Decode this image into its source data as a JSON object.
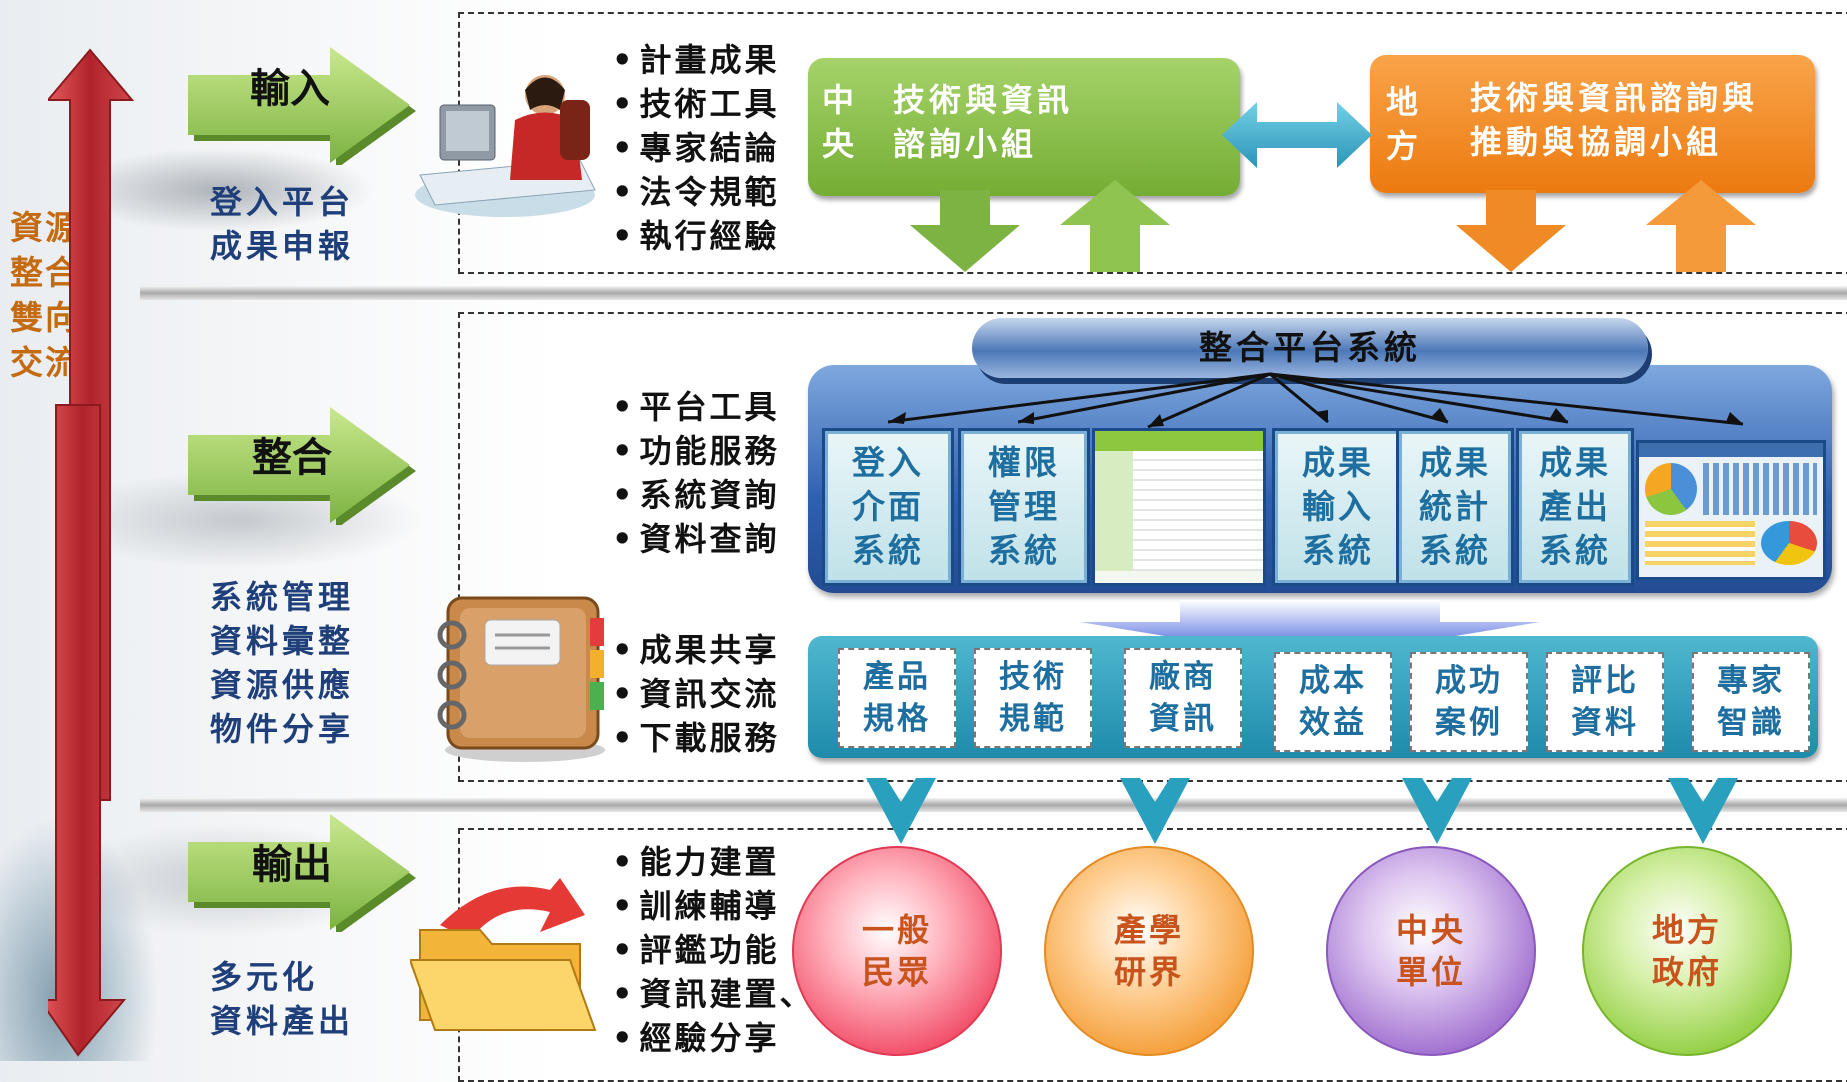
{
  "side_label": [
    "資源",
    "整合",
    "雙向",
    "交流"
  ],
  "stages": {
    "input": {
      "label": "輸入",
      "subs": [
        "登入平台",
        "成果申報"
      ],
      "bullets": [
        "計畫成果",
        "技術工具",
        "專家結論",
        "法令規範",
        "執行經驗"
      ]
    },
    "integrate": {
      "label": "整合",
      "subs": [
        "系統管理",
        "資料彙整",
        "資源供應",
        "物件分享"
      ],
      "bullets": [
        "平台工具",
        "功能服務",
        "系統資詢",
        "資料查詢"
      ],
      "bullets2": [
        "成果共享",
        "資訊交流",
        "下載服務"
      ]
    },
    "output": {
      "label": "輸出",
      "subs": [
        "多元化",
        "資料產出"
      ],
      "bullets": [
        "能力建置",
        "訓練輔導",
        "評鑑功能",
        "資訊建置、",
        "經驗分享"
      ]
    }
  },
  "central": {
    "tag": [
      "中",
      "央"
    ],
    "text": [
      "技術與資訊",
      "諮詢小組"
    ]
  },
  "local": {
    "tag": [
      "地",
      "方"
    ],
    "text": [
      "技術與資訊諮詢與",
      "推動與協調小組"
    ]
  },
  "platform": {
    "title": "整合平台系統",
    "modules": [
      {
        "lines": [
          "登入",
          "介面",
          "系統"
        ]
      },
      {
        "lines": [
          "權限",
          "管理",
          "系統"
        ]
      },
      {
        "lines": [
          "成果",
          "輸入",
          "系統"
        ]
      },
      {
        "lines": [
          "成果",
          "統計",
          "系統"
        ]
      },
      {
        "lines": [
          "成果",
          "產出",
          "系統"
        ]
      }
    ]
  },
  "categories": [
    {
      "lines": [
        "產品",
        "規格"
      ]
    },
    {
      "lines": [
        "技術",
        "規範"
      ]
    },
    {
      "lines": [
        "廠商",
        "資訊"
      ]
    },
    {
      "lines": [
        "成本",
        "效益"
      ]
    },
    {
      "lines": [
        "成功",
        "案例"
      ]
    },
    {
      "lines": [
        "評比",
        "資料"
      ]
    },
    {
      "lines": [
        "專家",
        "智識"
      ]
    }
  ],
  "audiences": [
    {
      "lines": [
        "一般",
        "民眾"
      ]
    },
    {
      "lines": [
        "產學",
        "研界"
      ]
    },
    {
      "lines": [
        "中央",
        "單位"
      ]
    },
    {
      "lines": [
        "地方",
        "政府"
      ]
    }
  ],
  "colors": {
    "green": "#7cb342",
    "orange": "#f08a24",
    "blue": "#2d5fb0",
    "teal": "#2aa0bf",
    "red_arrow": "#c0272d",
    "brown_text": "#c46a10"
  },
  "icons": [
    "person-at-computer-icon",
    "notebook-icon",
    "folder-arrow-icon"
  ]
}
